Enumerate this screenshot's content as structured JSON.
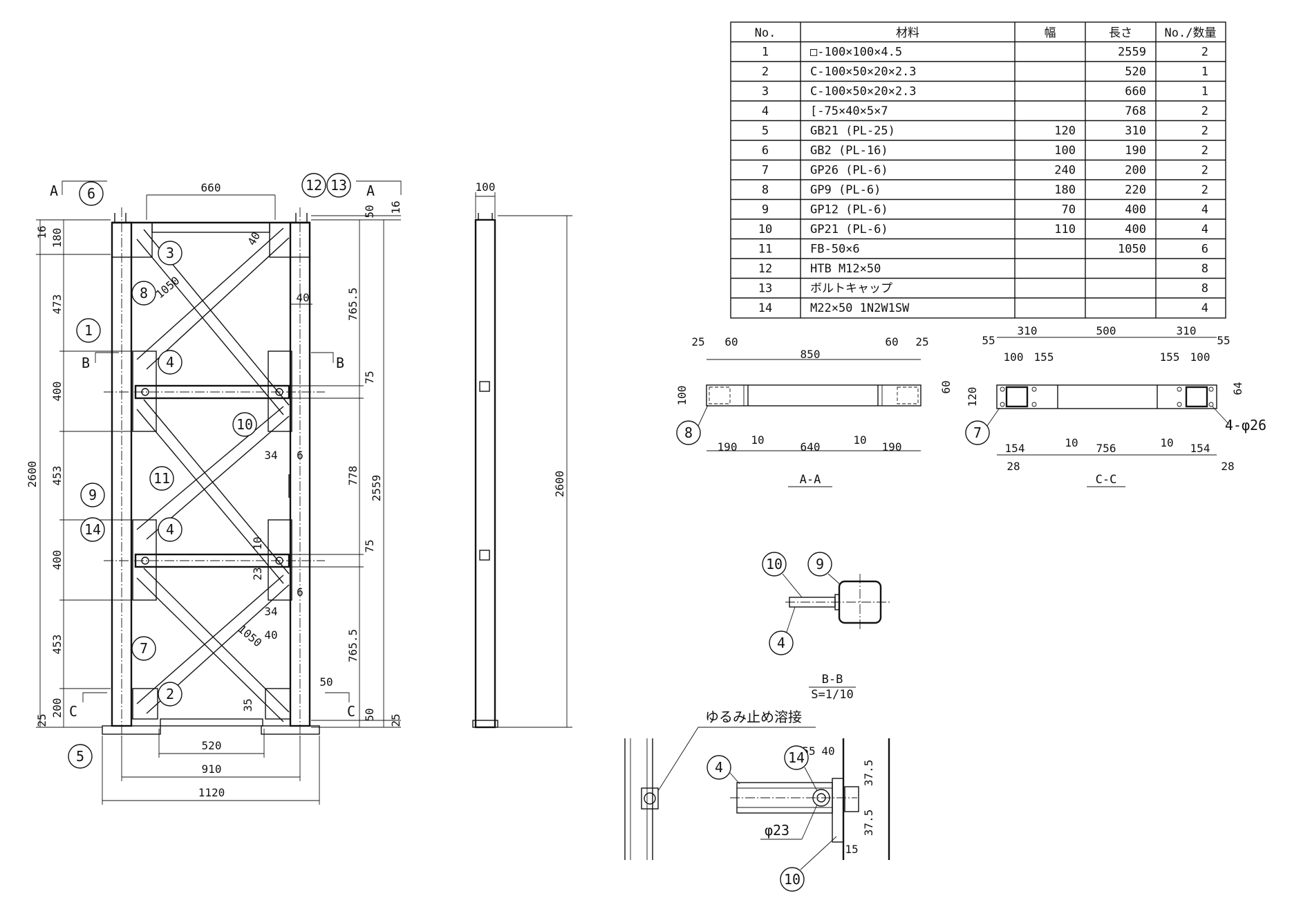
{
  "table": {
    "headers": [
      "No.",
      "材料",
      "幅",
      "長さ",
      "No./数量"
    ],
    "rows": [
      {
        "no": "1",
        "material": "□-100×100×4.5",
        "width": "",
        "length": "2559",
        "qty": "2"
      },
      {
        "no": "2",
        "material": "C-100×50×20×2.3",
        "width": "",
        "length": "520",
        "qty": "1"
      },
      {
        "no": "3",
        "material": "C-100×50×20×2.3",
        "width": "",
        "length": "660",
        "qty": "1"
      },
      {
        "no": "4",
        "material": "[-75×40×5×7",
        "width": "",
        "length": "768",
        "qty": "2"
      },
      {
        "no": "5",
        "material": "GB21 (PL-25)",
        "width": "120",
        "length": "310",
        "qty": "2"
      },
      {
        "no": "6",
        "material": "GB2 (PL-16)",
        "width": "100",
        "length": "190",
        "qty": "2"
      },
      {
        "no": "7",
        "material": "GP26 (PL-6)",
        "width": "240",
        "length": "200",
        "qty": "2"
      },
      {
        "no": "8",
        "material": "GP9 (PL-6)",
        "width": "180",
        "length": "220",
        "qty": "2"
      },
      {
        "no": "9",
        "material": "GP12 (PL-6)",
        "width": "70",
        "length": "400",
        "qty": "4"
      },
      {
        "no": "10",
        "material": "GP21 (PL-6)",
        "width": "110",
        "length": "400",
        "qty": "4"
      },
      {
        "no": "11",
        "material": "FB-50×6",
        "width": "",
        "length": "1050",
        "qty": "6"
      },
      {
        "no": "12",
        "material": "HTB M12×50",
        "width": "",
        "length": "",
        "qty": "8"
      },
      {
        "no": "13",
        "material": "ボルトキャップ",
        "width": "",
        "length": "",
        "qty": "8"
      },
      {
        "no": "14",
        "material": "M22×50 1N2W1SW",
        "width": "",
        "length": "",
        "qty": "4"
      }
    ]
  },
  "front_view": {
    "section_marks": {
      "a": "A",
      "b": "B",
      "c": "C"
    },
    "dims": {
      "top_width": "660",
      "bottom_inner": "520",
      "bottom_mid": "910",
      "bottom_total": "1120",
      "left_16": "16",
      "left_180": "180",
      "left_473": "473",
      "left_400a": "400",
      "left_453a": "453",
      "left_400b": "400",
      "left_453b": "453",
      "left_200": "200",
      "left_25": "25",
      "left_total": "2600",
      "right_16": "16",
      "right_50a": "50",
      "right_765a": "765.5",
      "right_75a": "75",
      "right_778": "778",
      "right_2559": "2559",
      "right_75b": "75",
      "right_765b": "765.5",
      "right_50b": "50",
      "right_25": "25",
      "inner_40a": "40",
      "inner_40b": "40",
      "inner_1050a": "1050",
      "inner_34a": "34",
      "inner_6a": "6",
      "inner_10": "10",
      "inner_23": "23",
      "inner_6b": "6",
      "inner_34b": "34",
      "inner_1050b": "1050",
      "inner_40c": "40",
      "inner_50": "50",
      "inner_35": "35"
    },
    "balloons": [
      "1",
      "2",
      "3",
      "4",
      "4",
      "5",
      "6",
      "7",
      "8",
      "9",
      "10",
      "11",
      "12",
      "13",
      "14"
    ]
  },
  "side_view": {
    "dim_top": "100",
    "dim_height": "2600"
  },
  "section_aa": {
    "caption": "A-A",
    "dims": {
      "d25a": "25",
      "d60a": "60",
      "d850": "850",
      "d60b": "60",
      "d25b": "25",
      "d100": "100",
      "d60c": "60",
      "d190a": "190",
      "d10a": "10",
      "d640": "640",
      "d10b": "10",
      "d190b": "190"
    },
    "balloon": "8"
  },
  "section_cc": {
    "caption": "C-C",
    "dims": {
      "d310a": "310",
      "d500": "500",
      "d310b": "310",
      "d55a": "55",
      "d100a": "100",
      "d155a": "155",
      "d155b": "155",
      "d100b": "100",
      "d55b": "55",
      "d120": "120",
      "d64": "64",
      "holes": "4-φ26",
      "d154a": "154",
      "d10a": "10",
      "d756": "756",
      "d10b": "10",
      "d154b": "154",
      "d28a": "28",
      "d28b": "28"
    },
    "balloon": "7"
  },
  "section_bb": {
    "caption": "B-B",
    "scale": "S=1/10",
    "balloons": [
      "10",
      "9",
      "4"
    ]
  },
  "detail": {
    "note": "ゆるみ止め溶接",
    "dims": {
      "d55": "55",
      "d40": "40",
      "d375a": "37.5",
      "d375b": "37.5",
      "d15": "15",
      "phi": "φ23"
    },
    "balloons": [
      "4",
      "14",
      "10"
    ]
  }
}
